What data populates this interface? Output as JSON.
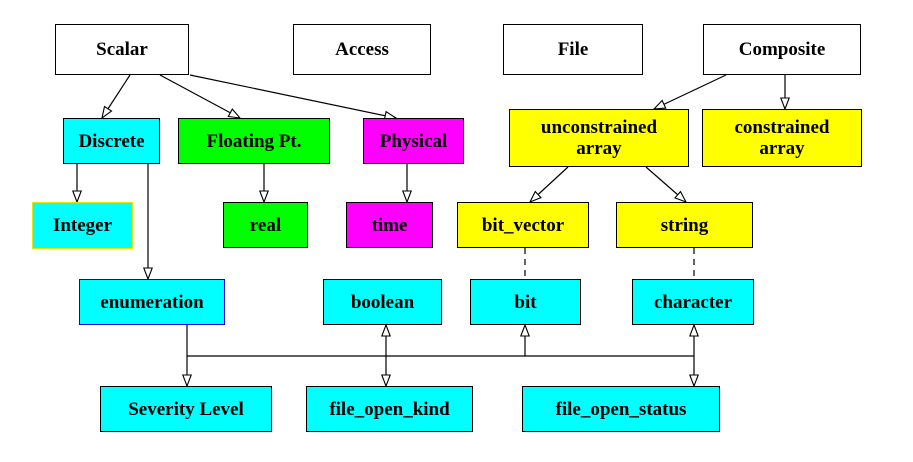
{
  "colors": {
    "white": "#ffffff",
    "cyan": "#00ffff",
    "green": "#00ff00",
    "magenta": "#ff00ff",
    "yellow": "#ffff00",
    "edge": "#000000",
    "integer_border": "#e6e600",
    "enumeration_border": "#0000ee"
  },
  "nodes": {
    "scalar": "Scalar",
    "access": "Access",
    "file": "File",
    "composite": "Composite",
    "discrete": "Discrete",
    "floating_pt": "Floating Pt.",
    "physical": "Physical",
    "unconstrained_array": "unconstrained\narray",
    "constrained_array": "constrained\narray",
    "integer": "Integer",
    "real": "real",
    "time": "time",
    "bit_vector": "bit_vector",
    "string": "string",
    "enumeration": "enumeration",
    "boolean": "boolean",
    "bit": "bit",
    "character": "character",
    "severity_level": "Severity Level",
    "file_open_kind": "file_open_kind",
    "file_open_status": "file_open_status"
  }
}
